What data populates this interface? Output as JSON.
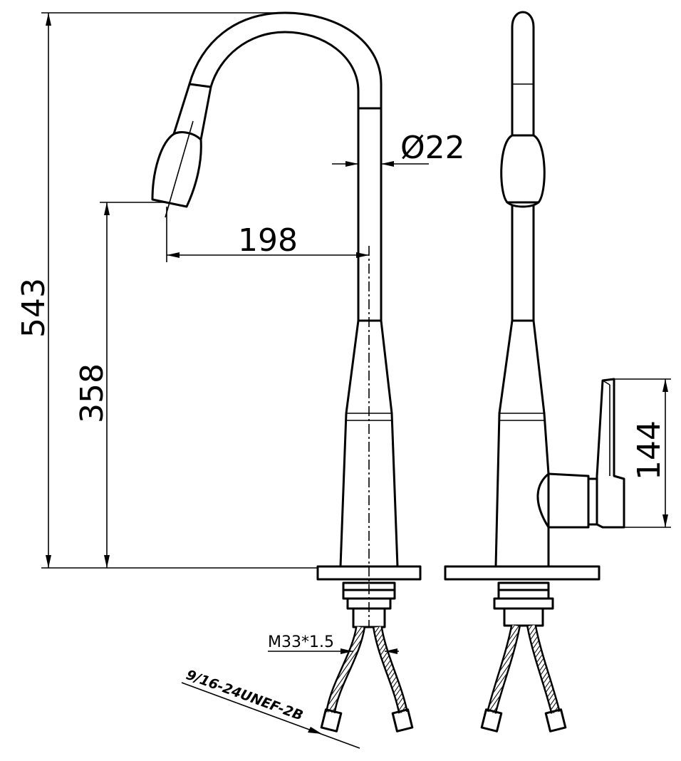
{
  "dimensions": {
    "total_height": "543",
    "spout_height": "358",
    "reach": "198",
    "tube_diameter": "Ø22",
    "handle_height": "144",
    "thread_mount": "M33*1.5",
    "hose_thread": "9/16-24UNEF-2B"
  }
}
